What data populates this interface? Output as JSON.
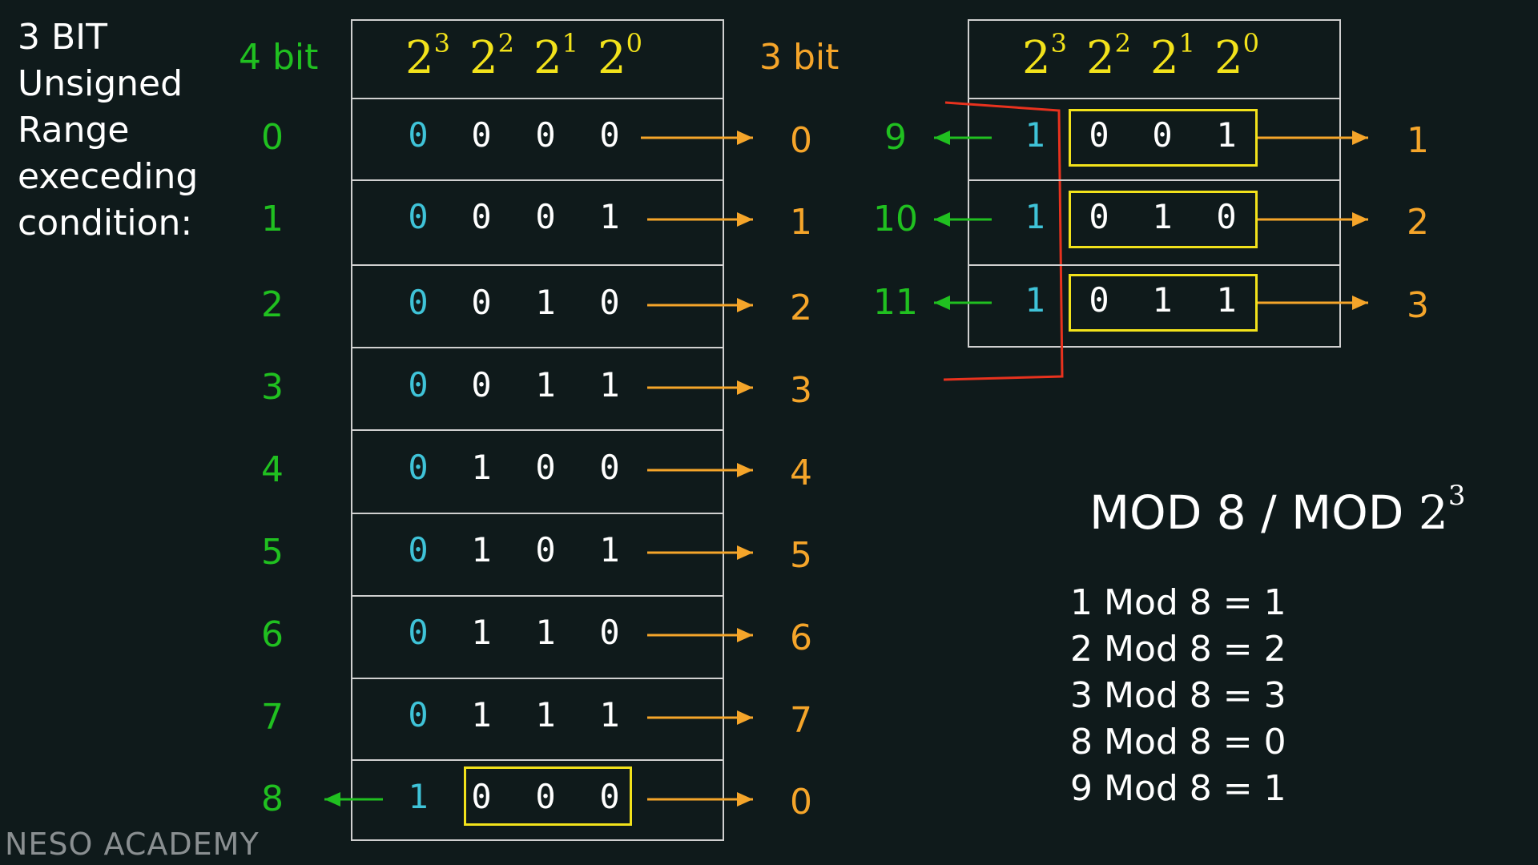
{
  "title_lines": [
    "3 BIT",
    "Unsigned",
    "Range",
    "execeding",
    "condition:"
  ],
  "label_4bit": "4 bit",
  "label_3bit": "3 bit",
  "powers": [
    {
      "base": "2",
      "exp": "3"
    },
    {
      "base": "2",
      "exp": "2"
    },
    {
      "base": "2",
      "exp": "1"
    },
    {
      "base": "2",
      "exp": "0"
    }
  ],
  "left_rows": [
    {
      "dec": "0",
      "bits": [
        "0",
        "0",
        "0",
        "0"
      ],
      "out": "0"
    },
    {
      "dec": "1",
      "bits": [
        "0",
        "0",
        "0",
        "1"
      ],
      "out": "1"
    },
    {
      "dec": "2",
      "bits": [
        "0",
        "0",
        "1",
        "0"
      ],
      "out": "2"
    },
    {
      "dec": "3",
      "bits": [
        "0",
        "0",
        "1",
        "1"
      ],
      "out": "3"
    },
    {
      "dec": "4",
      "bits": [
        "0",
        "1",
        "0",
        "0"
      ],
      "out": "4"
    },
    {
      "dec": "5",
      "bits": [
        "0",
        "1",
        "0",
        "1"
      ],
      "out": "5"
    },
    {
      "dec": "6",
      "bits": [
        "0",
        "1",
        "1",
        "0"
      ],
      "out": "6"
    },
    {
      "dec": "7",
      "bits": [
        "0",
        "1",
        "1",
        "1"
      ],
      "out": "7"
    },
    {
      "dec": "8",
      "bits": [
        "1",
        "0",
        "0",
        "0"
      ],
      "out": "0"
    }
  ],
  "right_rows": [
    {
      "dec": "9",
      "bits": [
        "1",
        "0",
        "0",
        "1"
      ],
      "out": "1"
    },
    {
      "dec": "10",
      "bits": [
        "1",
        "0",
        "1",
        "0"
      ],
      "out": "2"
    },
    {
      "dec": "11",
      "bits": [
        "1",
        "0",
        "1",
        "1"
      ],
      "out": "3"
    }
  ],
  "mod": {
    "title_text": "MOD 8 / MOD ",
    "title_base": "2",
    "title_exp": "3",
    "lines": [
      "1 Mod 8  = 1",
      "2 Mod 8 =  2",
      "3 Mod 8 =  3",
      "8 Mod 8 =  0",
      "9 Mod 8 =  1"
    ]
  },
  "watermark": "NESO ACADEMY",
  "colors": {
    "background": "#0f1a1b",
    "decimal_green": "#20c020",
    "output_orange": "#f5a52a",
    "msb_cyan": "#3fc3d8",
    "highlight_yellow": "#f2e21b",
    "divider_red": "#e8321e"
  }
}
